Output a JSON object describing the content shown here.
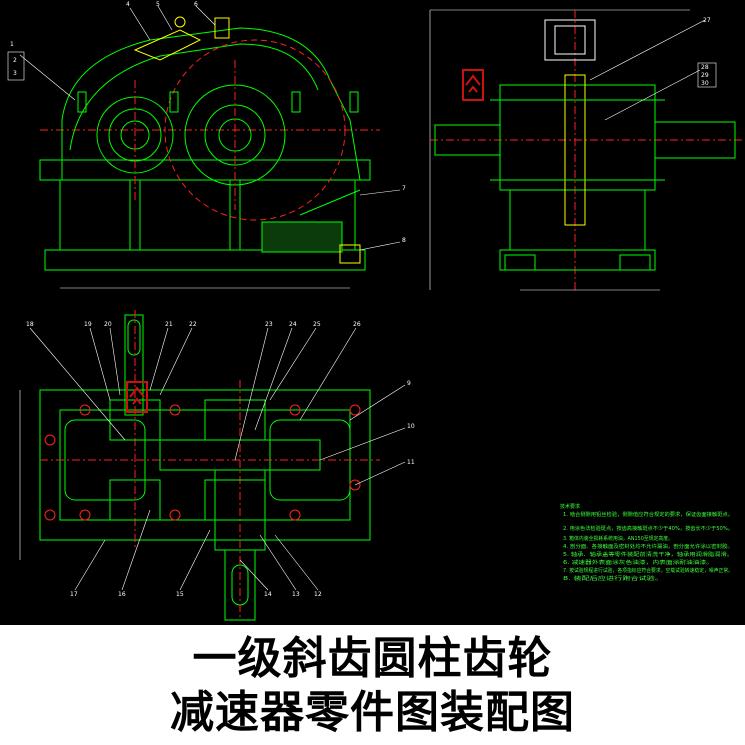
{
  "caption": {
    "line1": "一级斜齿圆柱齿轮",
    "line2": "减速器零件图装配图"
  },
  "labels": {
    "front": [
      "1",
      "2",
      "3",
      "4",
      "5",
      "6",
      "7",
      "8"
    ],
    "side": [
      "27",
      "28",
      "29",
      "30"
    ],
    "top": [
      "18",
      "19",
      "20",
      "21",
      "22",
      "23",
      "24",
      "25",
      "26",
      "9",
      "10",
      "11",
      "17",
      "16",
      "15",
      "14",
      "13",
      "12"
    ]
  },
  "notes": {
    "heading": "技术要求",
    "lines": [
      "1. 啮合侧隙用铅丝检验，侧隙值应符合规定的要求，保证齿面接触斑点。",
      "2. 用涂色法检验斑点，按齿高接触斑点不少于40%，按齿长不少于50%。",
      "3. 箱体内装全损耗系统用油，AN150至规定高度。",
      "4. 剖分面、各接触面及密封处均不允许漏油，剖分面允许涂以密封胶。",
      "5. 轴承、轴承盖等零件装配前清洗干净，轴承用润滑脂润滑。",
      "6. 减速器外表面涂灰色油漆，内表面涂耐油油漆。",
      "7. 按试验规程进行试验，各项指标应符合要求，空载试验转速稳定，噪声正常。",
      "8. 装配后应进行跑合试验。"
    ]
  },
  "colors": {
    "background": "#000000",
    "outline": "#00ff00",
    "centerline": "#ff2020",
    "annotation": "#ffffff",
    "part": "#ffff00",
    "logo": "#cc1111"
  },
  "icons": [
    "watermark-logo-icon"
  ]
}
